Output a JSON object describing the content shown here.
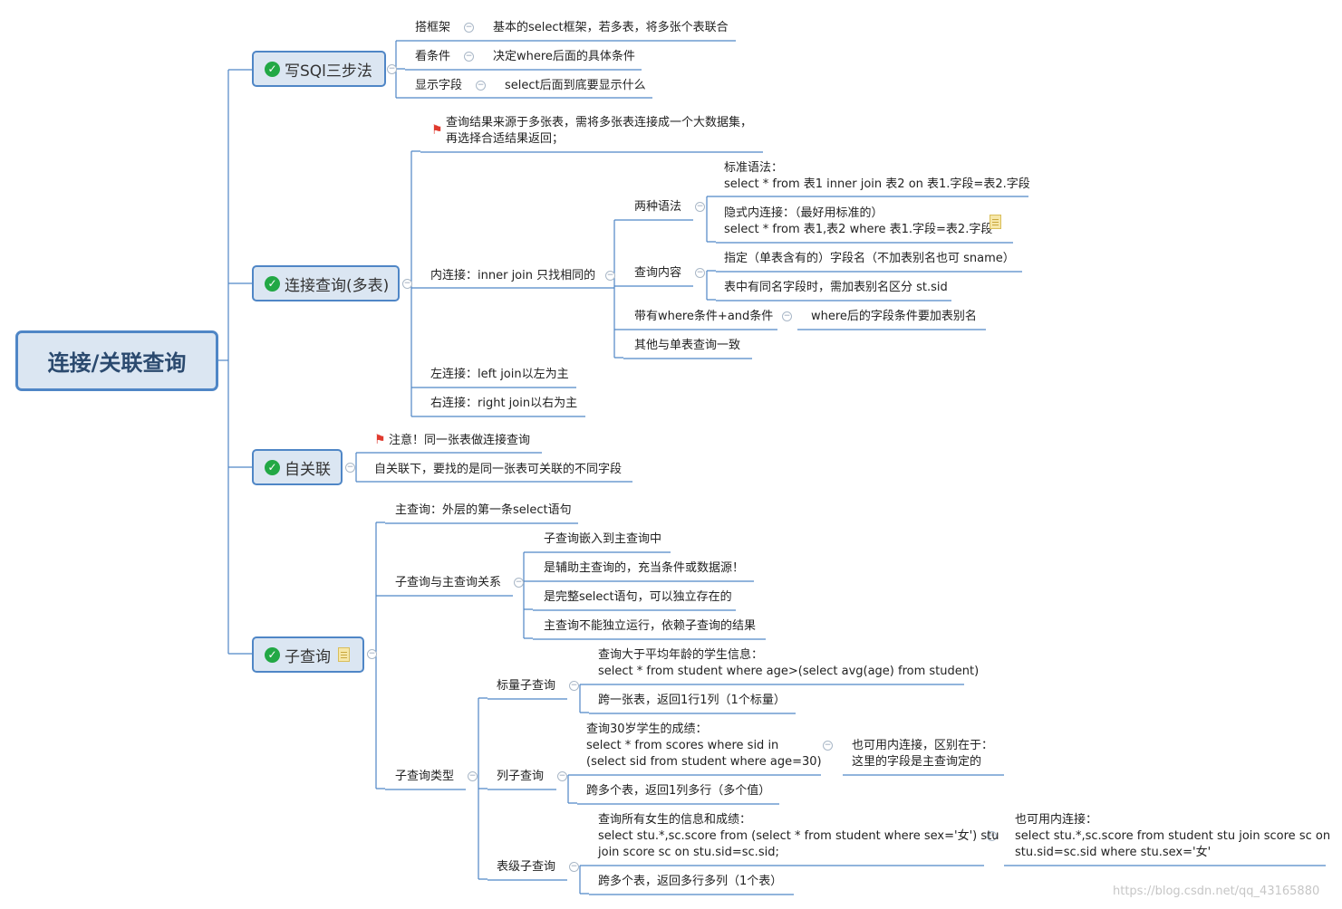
{
  "root": "连接/关联查询",
  "branches": {
    "sql_steps": "写SQl三步法",
    "join_query": "连接查询(多表)",
    "self_join": "自关联",
    "subquery": "子查询"
  },
  "sql_steps": {
    "frame": "搭框架",
    "frame_desc": "基本的select框架，若多表，将多张个表联合",
    "cond": "看条件",
    "cond_desc": "决定where后面的具体条件",
    "fields": "显示字段",
    "fields_desc": "select后面到底要显示什么"
  },
  "join": {
    "intro1": "查询结果来源于多张表，需将多张表连接成一个大数据集，",
    "intro2": "再选择合适结果返回；",
    "inner": "内连接：inner join 只找相同的",
    "syntax": "两种语法",
    "std1": "标准语法：",
    "std2": "select * from 表1 inner join 表2 on 表1.字段=表2.字段",
    "imp1": "隐式内连接：（最好用标准的）",
    "imp2": "select * from 表1,表2 where 表1.字段=表2.字段",
    "content": "查询内容",
    "content1": "指定（单表含有的）字段名（不加表别名也可 sname）",
    "content2": "表中有同名字段时，需加表别名区分 st.sid",
    "where": "带有where条件+and条件",
    "where_desc": "where后的字段条件要加表别名",
    "other": "其他与单表查询一致",
    "left": "左连接：left join以左为主",
    "right": "右连接：right join以右为主"
  },
  "self": {
    "note": "注意！同一张表做连接查询",
    "desc": "自关联下，要找的是同一张表可关联的不同字段"
  },
  "sub": {
    "main": "主查询：外层的第一条select语句",
    "rel": "子查询与主查询关系",
    "rel1": "子查询嵌入到主查询中",
    "rel2": "是辅助主查询的，充当条件或数据源！",
    "rel3": "是完整select语句，可以独立存在的",
    "rel4": "主查询不能独立运行，依赖子查询的结果",
    "types": "子查询类型",
    "scalar": "标量子查询",
    "scalar1a": "查询大于平均年龄的学生信息：",
    "scalar1b": "select * from student where age>(select avg(age) from student)",
    "scalar2": "跨一张表，返回1行1列（1个标量）",
    "column": "列子查询",
    "col1a": "查询30岁学生的成绩：",
    "col1b": "select * from scores where sid in",
    "col1c": "(select sid from student where age=30)",
    "col_alt1": "也可用内连接，区别在于：",
    "col_alt2": "这里的字段是主查询定的",
    "col2": "跨多个表，返回1列多行（多个值）",
    "table": "表级子查询",
    "tab1a": "查询所有女生的信息和成绩：",
    "tab1b": "select stu.*,sc.score from (select * from student where sex='女') stu",
    "tab1c": "join score sc on stu.sid=sc.sid;",
    "tab_alt1": "也可用内连接：",
    "tab_alt2": "select stu.*,sc.score from student stu join score sc on",
    "tab_alt3": "stu.sid=sc.sid where stu.sex='女'",
    "tab2": "跨多个表，返回多行多列（1个表）"
  },
  "watermark": "https://blog.csdn.net/qq_43165880"
}
